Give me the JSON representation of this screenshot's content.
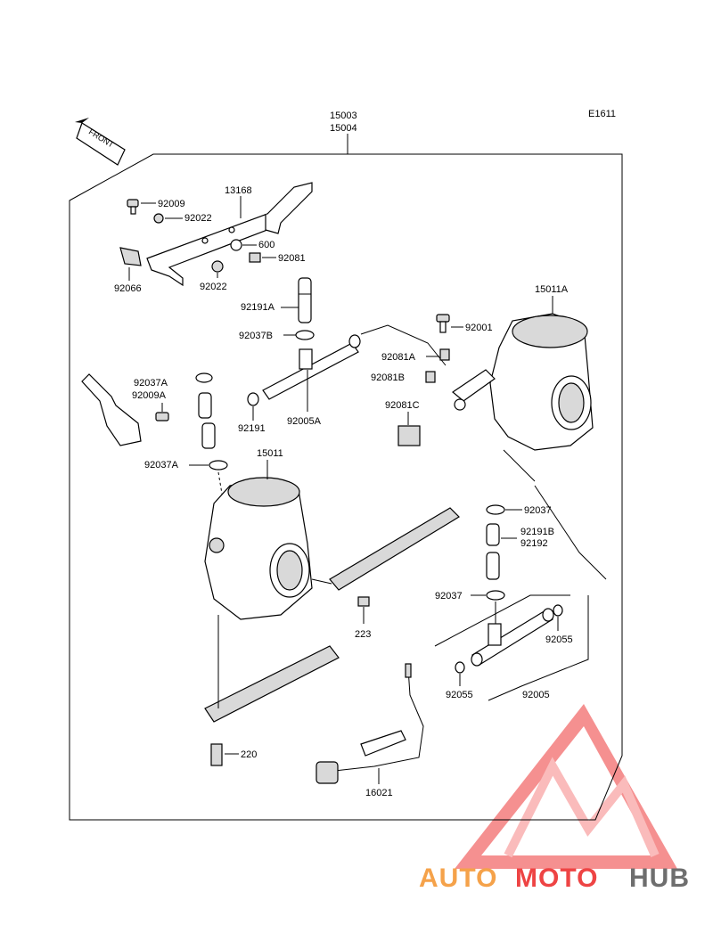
{
  "diagram": {
    "code": "E1611",
    "front_label": "FRONT",
    "assembly_numbers": [
      "15003",
      "15004"
    ],
    "parts": {
      "p92009": "92009",
      "p13168": "13168",
      "p92022a": "92022",
      "p600": "600",
      "p92081": "92081",
      "p92066": "92066",
      "p92022b": "92022",
      "p15011A": "15011A",
      "p92191A": "92191A",
      "p92037B": "92037B",
      "p92001": "92001",
      "p92081A": "92081A",
      "p92081B": "92081B",
      "p92081C": "92081C",
      "p92037A": "92037A",
      "p92009A": "92009A",
      "p92191": "92191",
      "p92005A": "92005A",
      "p92037A2": "92037A",
      "p15011": "15011",
      "p92037": "92037",
      "p92191B": "92191B",
      "p92192": "92192",
      "p92037b2": "92037",
      "p223": "223",
      "p92055a": "92055",
      "p92055b": "92055",
      "p92005": "92005",
      "p220": "220",
      "p16021": "16021"
    }
  },
  "watermark": {
    "part1": "AUTO",
    "part2": "MOTO",
    "part3": "HUB",
    "colors": {
      "orange": "#f5a24a",
      "red": "#ee4444",
      "gray": "#6e6e6e"
    }
  }
}
